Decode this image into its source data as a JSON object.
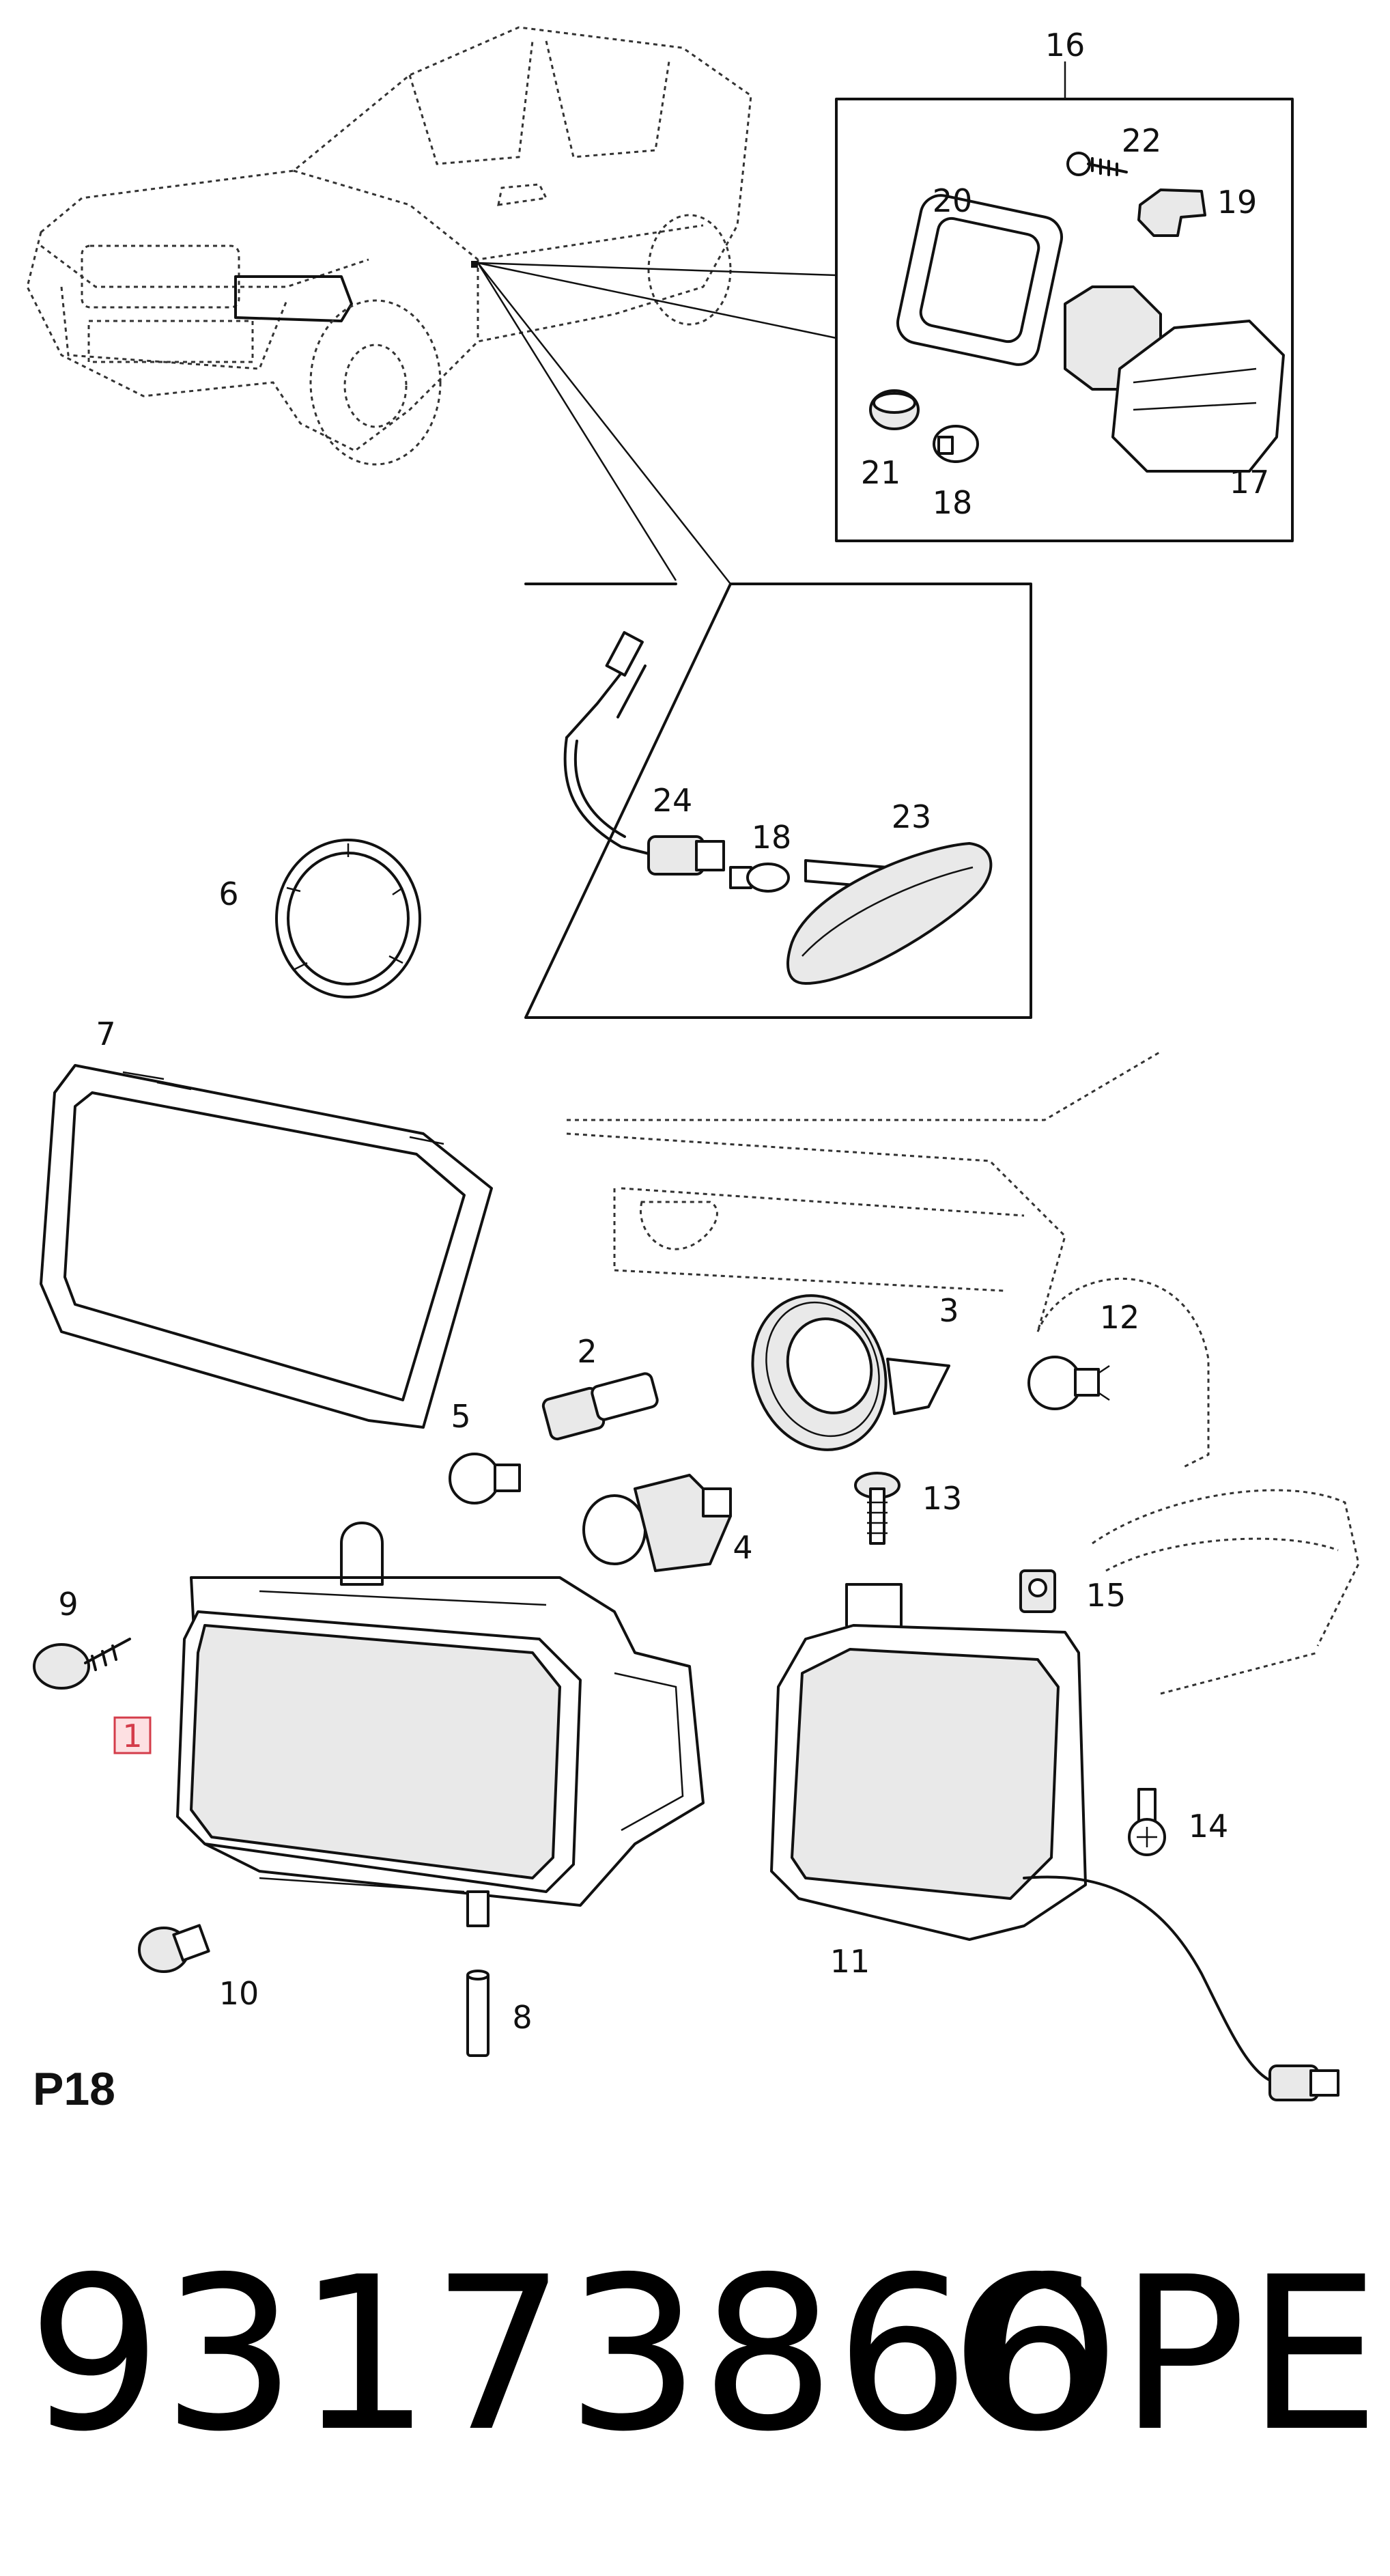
{
  "diagram": {
    "section_code": "P18",
    "part_number": "93173866",
    "brand": "OPEL",
    "selected_callout": "1",
    "callouts": {
      "c1": "1",
      "c2": "2",
      "c3": "3",
      "c4": "4",
      "c5": "5",
      "c6": "6",
      "c7": "7",
      "c8": "8",
      "c9": "9",
      "c10": "10",
      "c11": "11",
      "c12": "12",
      "c13": "13",
      "c14": "14",
      "c15": "15",
      "c16": "16",
      "c17": "17",
      "c18a": "18",
      "c18b": "18",
      "c19": "19",
      "c20": "20",
      "c21": "21",
      "c22": "22",
      "c23": "23",
      "c24": "24"
    }
  }
}
